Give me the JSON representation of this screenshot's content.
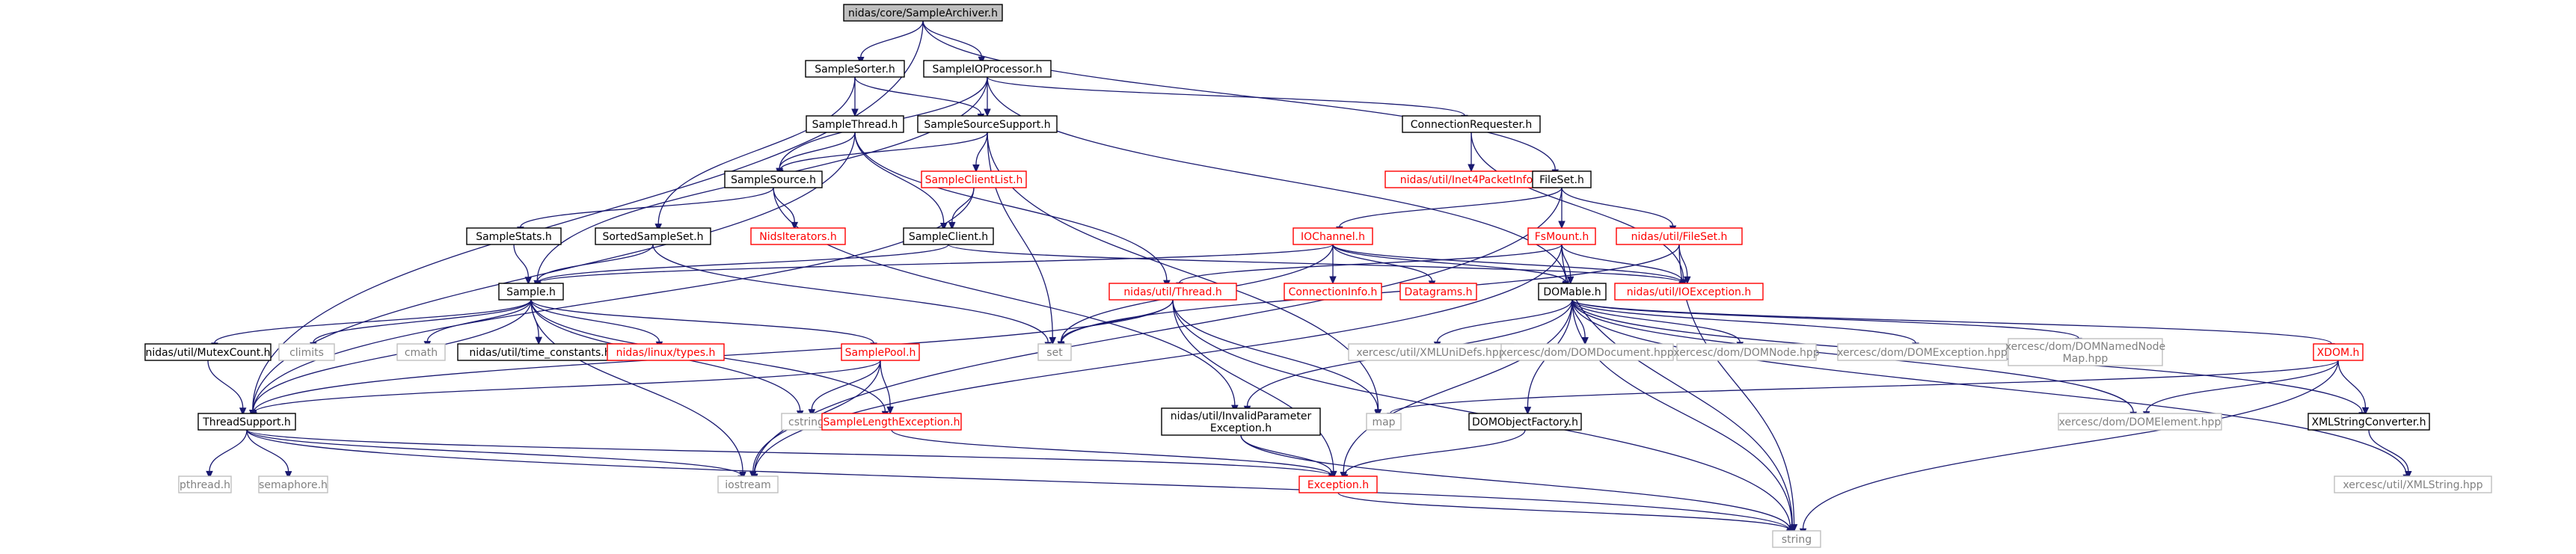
{
  "colors": {
    "edge": "#191970",
    "box_stroke_normal": "#000000",
    "box_stroke_truncated": "#ff0000",
    "box_stroke_system": "#bfbfbf",
    "root_fill": "#bfbfbf",
    "text_normal": "#000000",
    "text_truncated": "#ff0000",
    "text_system": "#808080"
  },
  "nodes": [
    {
      "id": "root",
      "label": "nidas/core/SampleArchiver.h",
      "kind": "root"
    },
    {
      "id": "sorter",
      "label": "SampleSorter.h",
      "kind": "normal"
    },
    {
      "id": "ioproc",
      "label": "SampleIOProcessor.h",
      "kind": "normal"
    },
    {
      "id": "thread",
      "label": "SampleThread.h",
      "kind": "normal"
    },
    {
      "id": "srcsupport",
      "label": "SampleSourceSupport.h",
      "kind": "normal"
    },
    {
      "id": "connreq",
      "label": "ConnectionRequester.h",
      "kind": "normal"
    },
    {
      "id": "inet4",
      "label": "nidas/util/Inet4PacketInfo.h",
      "kind": "truncated"
    },
    {
      "id": "sampsource",
      "label": "SampleSource.h",
      "kind": "normal"
    },
    {
      "id": "clientlist",
      "label": "SampleClientList.h",
      "kind": "truncated"
    },
    {
      "id": "fileset",
      "label": "FileSet.h",
      "kind": "normal"
    },
    {
      "id": "stats",
      "label": "SampleStats.h",
      "kind": "normal"
    },
    {
      "id": "sortedset",
      "label": "SortedSampleSet.h",
      "kind": "normal"
    },
    {
      "id": "iters",
      "label": "NidsIterators.h",
      "kind": "truncated"
    },
    {
      "id": "client",
      "label": "SampleClient.h",
      "kind": "normal"
    },
    {
      "id": "iochannel",
      "label": "IOChannel.h",
      "kind": "truncated"
    },
    {
      "id": "fsmount",
      "label": "FsMount.h",
      "kind": "truncated"
    },
    {
      "id": "utilfileset",
      "label": "nidas/util/FileSet.h",
      "kind": "truncated"
    },
    {
      "id": "sample",
      "label": "Sample.h",
      "kind": "normal"
    },
    {
      "id": "utilthread",
      "label": "nidas/util/Thread.h",
      "kind": "truncated"
    },
    {
      "id": "conninfo",
      "label": "ConnectionInfo.h",
      "kind": "truncated"
    },
    {
      "id": "datagrams",
      "label": "Datagrams.h",
      "kind": "truncated"
    },
    {
      "id": "domable",
      "label": "DOMable.h",
      "kind": "normal"
    },
    {
      "id": "ioexc",
      "label": "nidas/util/IOException.h",
      "kind": "truncated"
    },
    {
      "id": "mutex",
      "label": "nidas/util/MutexCount.h",
      "kind": "normal"
    },
    {
      "id": "climits",
      "label": "climits",
      "kind": "system"
    },
    {
      "id": "cmath",
      "label": "cmath",
      "kind": "system"
    },
    {
      "id": "timeconst",
      "label": "nidas/util/time_constants.h",
      "kind": "normal"
    },
    {
      "id": "types",
      "label": "nidas/linux/types.h",
      "kind": "truncated"
    },
    {
      "id": "pool",
      "label": "SamplePool.h",
      "kind": "truncated"
    },
    {
      "id": "set",
      "label": "set",
      "kind": "system"
    },
    {
      "id": "unidefs",
      "label": "xercesc/util/XMLUniDefs.hpp",
      "kind": "system"
    },
    {
      "id": "domdoc",
      "label": "xercesc/dom/DOMDocument.hpp",
      "kind": "system"
    },
    {
      "id": "domnode",
      "label": "xercesc/dom/DOMNode.hpp",
      "kind": "system"
    },
    {
      "id": "domexc",
      "label": "xercesc/dom/DOMException.hpp",
      "kind": "system"
    },
    {
      "id": "domnnm",
      "label": "xercesc/dom/DOMNamedNode",
      "label2": "Map.hpp",
      "kind": "system"
    },
    {
      "id": "xdom",
      "label": "XDOM.h",
      "kind": "truncated"
    },
    {
      "id": "threadsupport",
      "label": "ThreadSupport.h",
      "kind": "normal"
    },
    {
      "id": "cstring",
      "label": "cstring",
      "kind": "system"
    },
    {
      "id": "lenexc",
      "label": "SampleLengthException.h",
      "kind": "truncated"
    },
    {
      "id": "invparam",
      "label": "nidas/util/InvalidParameter",
      "label2": "Exception.h",
      "kind": "normal"
    },
    {
      "id": "map",
      "label": "map",
      "kind": "system"
    },
    {
      "id": "domfactory",
      "label": "DOMObjectFactory.h",
      "kind": "normal"
    },
    {
      "id": "domelement",
      "label": "xercesc/dom/DOMElement.hpp",
      "kind": "system"
    },
    {
      "id": "xmlconv",
      "label": "XMLStringConverter.h",
      "kind": "normal"
    },
    {
      "id": "pthread",
      "label": "pthread.h",
      "kind": "system"
    },
    {
      "id": "semaphore",
      "label": "semaphore.h",
      "kind": "system"
    },
    {
      "id": "iostream",
      "label": "iostream",
      "kind": "system"
    },
    {
      "id": "exception",
      "label": "Exception.h",
      "kind": "truncated"
    },
    {
      "id": "xmlstring",
      "label": "xercesc/util/XMLString.hpp",
      "kind": "system"
    },
    {
      "id": "string",
      "label": "string",
      "kind": "system"
    }
  ],
  "edges": [
    [
      "root",
      "sorter"
    ],
    [
      "root",
      "ioproc"
    ],
    [
      "root",
      "fileset"
    ],
    [
      "root",
      "threadsupport"
    ],
    [
      "sorter",
      "thread"
    ],
    [
      "sorter",
      "srcsupport"
    ],
    [
      "sorter",
      "sortedset"
    ],
    [
      "ioproc",
      "srcsupport"
    ],
    [
      "ioproc",
      "connreq"
    ],
    [
      "ioproc",
      "sampsource"
    ],
    [
      "ioproc",
      "sample"
    ],
    [
      "ioproc",
      "domable"
    ],
    [
      "thread",
      "sampsource"
    ],
    [
      "thread",
      "client"
    ],
    [
      "thread",
      "utilthread"
    ],
    [
      "thread",
      "threadsupport"
    ],
    [
      "srcsupport",
      "sampsource"
    ],
    [
      "srcsupport",
      "clientlist"
    ],
    [
      "srcsupport",
      "set"
    ],
    [
      "srcsupport",
      "map"
    ],
    [
      "connreq",
      "inet4"
    ],
    [
      "connreq",
      "ioexc"
    ],
    [
      "sampsource",
      "stats"
    ],
    [
      "sampsource",
      "iters"
    ],
    [
      "sampsource",
      "invparam"
    ],
    [
      "clientlist",
      "client"
    ],
    [
      "clientlist",
      "threadsupport"
    ],
    [
      "fileset",
      "iochannel"
    ],
    [
      "fileset",
      "fsmount"
    ],
    [
      "fileset",
      "utilfileset"
    ],
    [
      "fileset",
      "iostream"
    ],
    [
      "stats",
      "sample"
    ],
    [
      "sortedset",
      "sample"
    ],
    [
      "sortedset",
      "set"
    ],
    [
      "client",
      "sample"
    ],
    [
      "client",
      "ioexc"
    ],
    [
      "iochannel",
      "sample"
    ],
    [
      "iochannel",
      "conninfo"
    ],
    [
      "iochannel",
      "datagrams"
    ],
    [
      "iochannel",
      "domable"
    ],
    [
      "iochannel",
      "ioexc"
    ],
    [
      "iochannel",
      "set"
    ],
    [
      "fsmount",
      "domable"
    ],
    [
      "fsmount",
      "utilthread"
    ],
    [
      "fsmount",
      "ioexc"
    ],
    [
      "fsmount",
      "iostream"
    ],
    [
      "fsmount",
      "string"
    ],
    [
      "utilfileset",
      "ioexc"
    ],
    [
      "utilfileset",
      "set"
    ],
    [
      "utilfileset",
      "string"
    ],
    [
      "sample",
      "mutex"
    ],
    [
      "sample",
      "climits"
    ],
    [
      "sample",
      "cmath"
    ],
    [
      "sample",
      "timeconst"
    ],
    [
      "sample",
      "types"
    ],
    [
      "sample",
      "pool"
    ],
    [
      "sample",
      "lenexc"
    ],
    [
      "sample",
      "threadsupport"
    ],
    [
      "sample",
      "iostream"
    ],
    [
      "sample",
      "cstring"
    ],
    [
      "utilthread",
      "set"
    ],
    [
      "utilthread",
      "map"
    ],
    [
      "utilthread",
      "string"
    ],
    [
      "utilthread",
      "exception"
    ],
    [
      "utilthread",
      "threadsupport"
    ],
    [
      "domable",
      "unidefs"
    ],
    [
      "domable",
      "domdoc"
    ],
    [
      "domable",
      "domnode"
    ],
    [
      "domable",
      "domexc"
    ],
    [
      "domable",
      "domnnm"
    ],
    [
      "domable",
      "xdom"
    ],
    [
      "domable",
      "domelement"
    ],
    [
      "domable",
      "invparam"
    ],
    [
      "domable",
      "domfactory"
    ],
    [
      "domable",
      "xmlconv"
    ],
    [
      "domable",
      "exception"
    ],
    [
      "domable",
      "xmlstring"
    ],
    [
      "domable",
      "string"
    ],
    [
      "mutex",
      "threadsupport"
    ],
    [
      "pool",
      "threadsupport"
    ],
    [
      "pool",
      "iostream"
    ],
    [
      "pool",
      "cstring"
    ],
    [
      "pool",
      "lenexc"
    ],
    [
      "xdom",
      "map"
    ],
    [
      "xdom",
      "domelement"
    ],
    [
      "xdom",
      "xmlconv"
    ],
    [
      "xdom",
      "string"
    ],
    [
      "threadsupport",
      "pthread"
    ],
    [
      "threadsupport",
      "semaphore"
    ],
    [
      "threadsupport",
      "iostream"
    ],
    [
      "threadsupport",
      "exception"
    ],
    [
      "threadsupport",
      "string"
    ],
    [
      "lenexc",
      "exception"
    ],
    [
      "invparam",
      "exception"
    ],
    [
      "invparam",
      "string"
    ],
    [
      "domfactory",
      "exception"
    ],
    [
      "xmlconv",
      "xmlstring"
    ],
    [
      "exception",
      "string"
    ]
  ]
}
